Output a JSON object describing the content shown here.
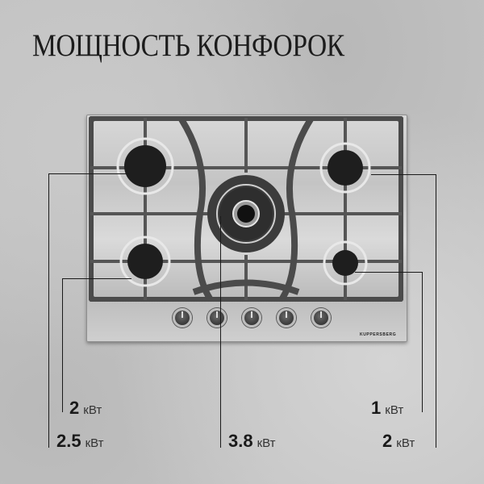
{
  "header": {
    "title": "МОЩНОСТЬ КОНФОРОК"
  },
  "product": {
    "brand": "KUPPERSBERG",
    "knob_count": 5,
    "burner_count": 5,
    "surface_color": "#c9c9c9",
    "grate_color": "#4a4a4a"
  },
  "burners": [
    {
      "position": "rear-left",
      "power": "2",
      "unit": "кВт"
    },
    {
      "position": "front-left",
      "power": "2.5",
      "unit": "кВт"
    },
    {
      "position": "center",
      "power": "3.8",
      "unit": "кВт"
    },
    {
      "position": "rear-right",
      "power": "1",
      "unit": "кВт"
    },
    {
      "position": "front-right",
      "power": "2",
      "unit": "кВт"
    }
  ]
}
